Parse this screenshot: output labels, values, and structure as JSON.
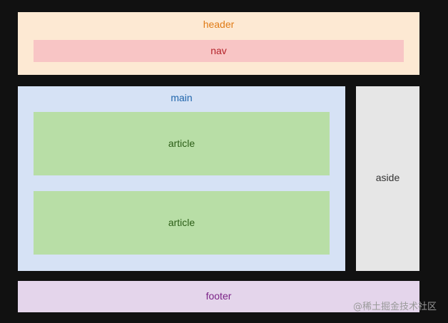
{
  "regions": {
    "header": "header",
    "nav": "nav",
    "main": "main",
    "article_1": "article",
    "article_2": "article",
    "aside": "aside",
    "footer": "footer"
  },
  "watermark": "@稀土掘金技术社区",
  "colors": {
    "background": "#111111",
    "header_fill": "#fde9d3",
    "nav_fill": "#f8c5c5",
    "main_fill": "#d6e2f5",
    "article_fill": "#b8dea6",
    "aside_fill": "#e6e6e6",
    "footer_fill": "#e4d5eb"
  }
}
